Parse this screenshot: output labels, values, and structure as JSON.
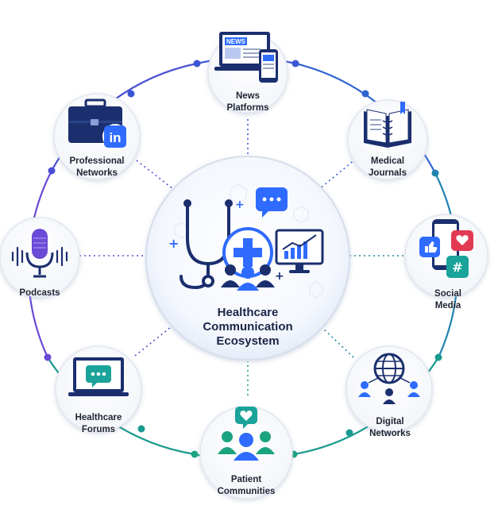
{
  "center": {
    "lines": [
      "Healthcare",
      "Communication",
      "Ecosystem"
    ]
  },
  "nodes": [
    {
      "id": "news-platforms",
      "icon": "news-platform-icon",
      "lines": [
        "News",
        "Platforms"
      ],
      "text_icon": "NEWS"
    },
    {
      "id": "medical-journals",
      "icon": "medical-journal-icon",
      "lines": [
        "Medical",
        "Journals"
      ]
    },
    {
      "id": "social-media",
      "icon": "social-media-icon",
      "lines": [
        "Social",
        "Media"
      ],
      "text_icon": "#"
    },
    {
      "id": "digital-networks",
      "icon": "digital-network-icon",
      "lines": [
        "Digital",
        "Networks"
      ]
    },
    {
      "id": "patient-communities",
      "icon": "patient-community-icon",
      "lines": [
        "Patient",
        "Communities"
      ]
    },
    {
      "id": "healthcare-forums",
      "icon": "healthcare-forum-icon",
      "lines": [
        "Healthcare",
        "Forums"
      ]
    },
    {
      "id": "podcasts",
      "icon": "podcast-microphone-icon",
      "lines": [
        "Podcasts"
      ]
    },
    {
      "id": "professional-networks",
      "icon": "professional-network-icon",
      "lines": [
        "Professional",
        "Networks"
      ],
      "text_icon": "in"
    }
  ],
  "colors": {
    "ring_blue": "#3a55d6",
    "ring_teal": "#1a8a9a",
    "ring_purple": "#7a4fd0",
    "navy": "#1b2f6e",
    "accent_blue": "#2f6bff",
    "teal": "#1aa39a",
    "green": "#1f9a7a",
    "red": "#e23a52",
    "purple": "#6a4ad6"
  }
}
